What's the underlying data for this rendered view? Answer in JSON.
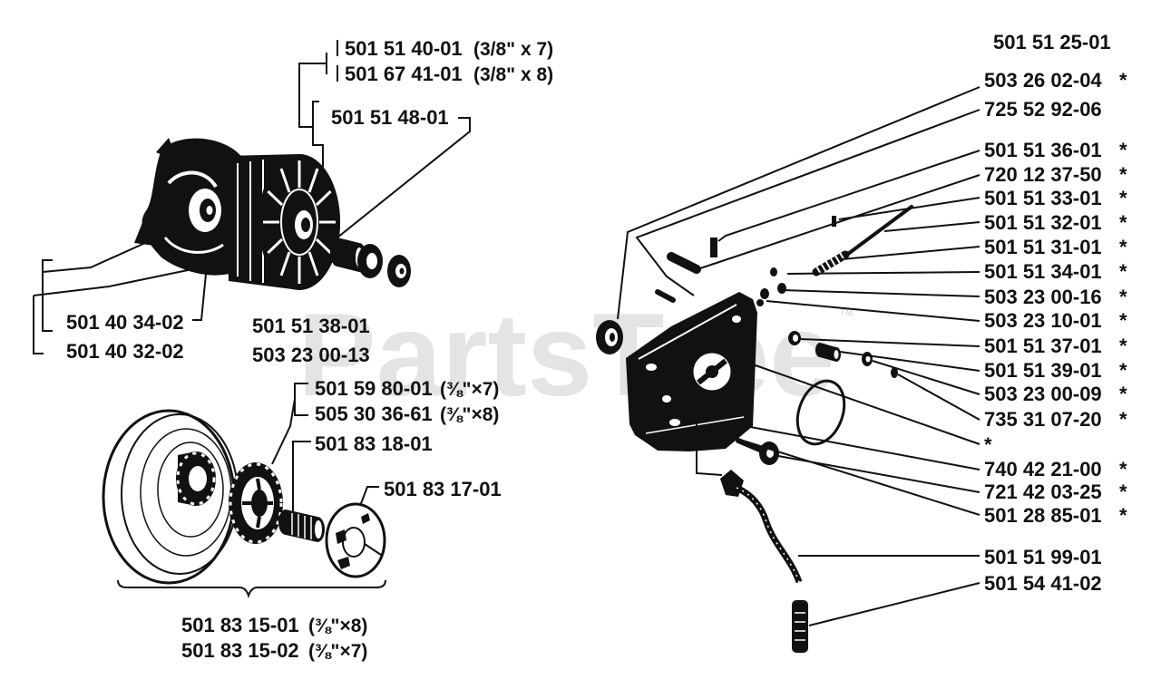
{
  "watermark": {
    "text": "PartsTree",
    "mark": "TM"
  },
  "clutch": {
    "labels": [
      {
        "part": "501 51 40-01",
        "note": "(3/8\" x 7)"
      },
      {
        "part": "501 67 41-01",
        "note": "(3/8\" x 8)"
      },
      {
        "part": "501 51 48-01"
      },
      {
        "part": "501 40 34-02"
      },
      {
        "part": "501 40 32-02"
      },
      {
        "part": "501 51 38-01"
      },
      {
        "part": "503 23 00-13"
      }
    ]
  },
  "clutch_drum": {
    "labels": [
      {
        "part": "501 59 80-01",
        "note": "(⅜\"×7)"
      },
      {
        "part": "505 30 36-61",
        "note": "(⅜\"×8)"
      },
      {
        "part": "501 83 18-01"
      },
      {
        "part": "501 83 17-01"
      },
      {
        "part": "501 83 15-01",
        "note": "(⅜\"×8)"
      },
      {
        "part": "501 83 15-02",
        "note": "(⅜\"×7)"
      }
    ]
  },
  "oil_pump": {
    "assembly": "501 51 25-01",
    "labels": [
      {
        "part": "503 26 02-04",
        "mark": "*"
      },
      {
        "part": "725 52 92-06"
      },
      {
        "part": "501 51 36-01",
        "mark": "*"
      },
      {
        "part": "720 12 37-50",
        "mark": "*"
      },
      {
        "part": "501 51 33-01",
        "mark": "*"
      },
      {
        "part": "501 51 32-01",
        "mark": "*"
      },
      {
        "part": "501 51 31-01",
        "mark": "*"
      },
      {
        "part": "501 51 34-01",
        "mark": "*"
      },
      {
        "part": "503 23 00-16",
        "mark": "*"
      },
      {
        "part": "503 23 10-01",
        "mark": "*"
      },
      {
        "part": "501 51 37-01",
        "mark": "*"
      },
      {
        "part": "501 51 39-01",
        "mark": "*"
      },
      {
        "part": "503 23 00-09",
        "mark": "*"
      },
      {
        "part": "735 31 07-20",
        "mark": "*"
      },
      {
        "part": "*"
      },
      {
        "part": "740 42 21-00",
        "mark": "*"
      },
      {
        "part": "721 42 03-25",
        "mark": "*"
      },
      {
        "part": "501 28 85-01",
        "mark": "*"
      },
      {
        "part": "501 51 99-01"
      },
      {
        "part": "501 54 41-02"
      }
    ]
  }
}
